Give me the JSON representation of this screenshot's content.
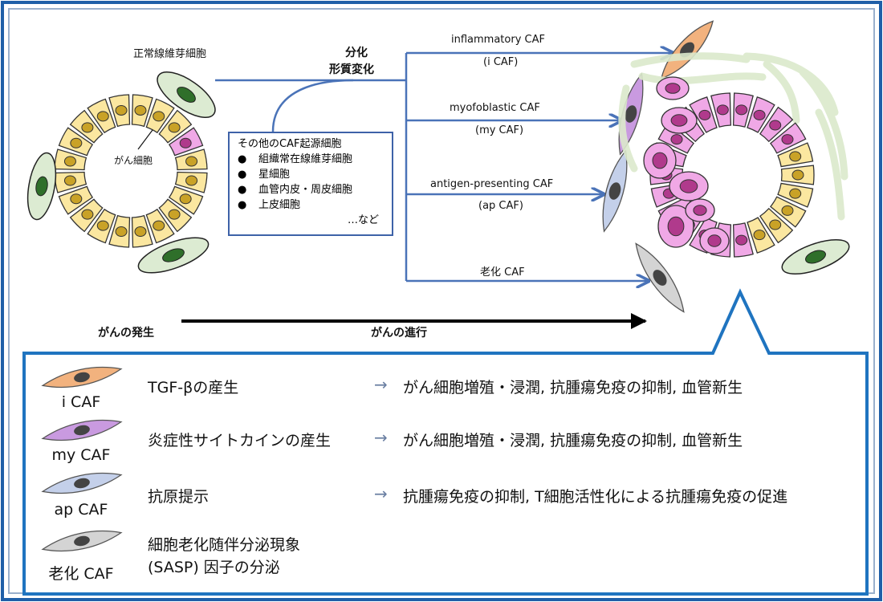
{
  "normal_fibroblast_label": "正常線維芽細胞",
  "cancer_cell_label": "がん細胞",
  "process_label_line1": "分化",
  "process_label_line2": "形質変化",
  "other_sources": {
    "title": "その他のCAF起源細胞",
    "items": [
      "組織常在線維芽細胞",
      "星細胞",
      "血管内皮・周皮細胞",
      "上皮細胞"
    ],
    "etc": "…など"
  },
  "caf_types": [
    {
      "name_line1": "inflammatory CAF",
      "name_line2": "(i CAF)",
      "color": "#f2b27e"
    },
    {
      "name_line1": "myofoblastic CAF",
      "name_line2": "(my CAF)",
      "color": "#c99ae0"
    },
    {
      "name_line1": "antigen-presenting CAF",
      "name_line2": "(ap CAF)",
      "color": "#c4d0ea"
    },
    {
      "name_line1": "老化 CAF",
      "name_line2": "",
      "color": "#d4d4d4"
    }
  ],
  "timeline": {
    "start": "がんの発生",
    "end": "がんの進行"
  },
  "legend": [
    {
      "name": "i CAF",
      "function": "TGF-βの産生",
      "effect": "がん細胞増殖・浸潤, 抗腫瘍免疫の抑制, 血管新生"
    },
    {
      "name": "my CAF",
      "function": "炎症性サイトカインの産生",
      "effect": "がん細胞増殖・浸潤, 抗腫瘍免疫の抑制, 血管新生"
    },
    {
      "name": "ap CAF",
      "function": "抗原提示",
      "effect": "抗腫瘍免疫の抑制, T細胞活性化による抗腫瘍免疫の促進"
    },
    {
      "name": "老化 CAF",
      "function_line1": "細胞老化随伴分泌現象",
      "function_line2": "(SASP) 因子の分泌",
      "effect": ""
    }
  ],
  "colors": {
    "frame": "#1f5fa8",
    "arrow": "#4a73b8",
    "epithelial_fill": "#fbe7a0",
    "epithelial_nucleus": "#c9a227",
    "cancer_fill": "#f0a8e6",
    "cancer_nucleus": "#b03a8c",
    "fibroblast_fill": "#dcebd2",
    "fibroblast_nucleus": "#2f6f2a"
  }
}
